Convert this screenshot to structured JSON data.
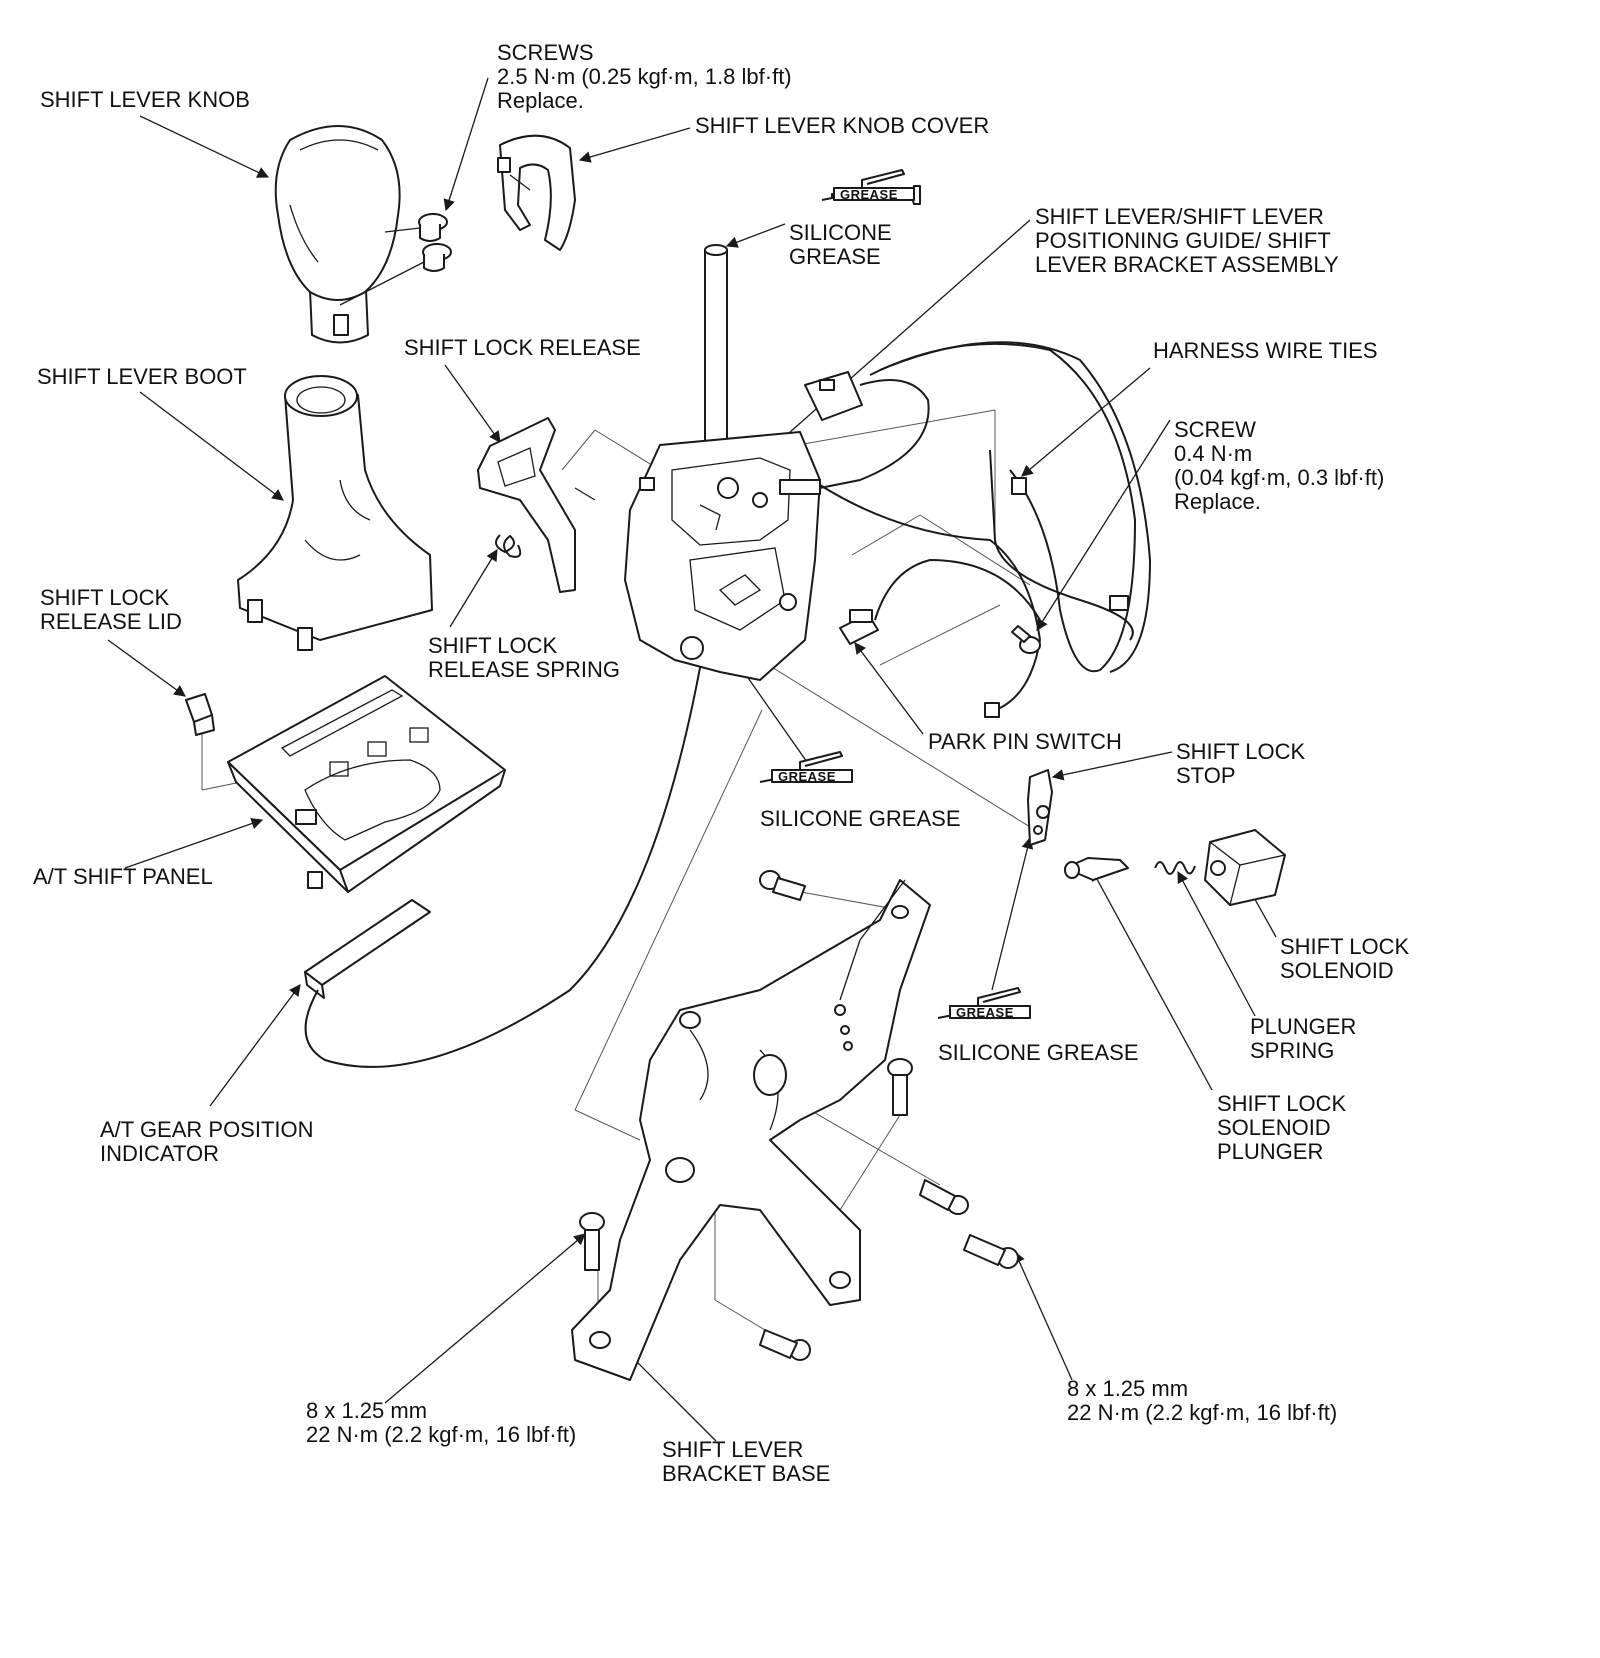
{
  "labels": {
    "shift_lever_knob": [
      "SHIFT LEVER KNOB"
    ],
    "screws_top": [
      "SCREWS",
      "2.5 N·m (0.25 kgf·m, 1.8 lbf·ft)",
      "Replace."
    ],
    "shift_lever_knob_cover": [
      "SHIFT LEVER KNOB COVER"
    ],
    "silicone_grease_top": [
      "SILICONE",
      "GREASE"
    ],
    "shift_lever_assembly": [
      "SHIFT LEVER/SHIFT LEVER",
      "POSITIONING GUIDE/ SHIFT",
      "LEVER BRACKET ASSEMBLY"
    ],
    "shift_lock_release": [
      "SHIFT LOCK RELEASE"
    ],
    "harness_wire_ties": [
      "HARNESS WIRE TIES"
    ],
    "shift_lever_boot": [
      "SHIFT LEVER BOOT"
    ],
    "screw_right": [
      "SCREW",
      "0.4 N·m",
      "(0.04 kgf·m, 0.3 lbf·ft)",
      "Replace."
    ],
    "shift_lock_release_lid": [
      "SHIFT LOCK",
      "RELEASE LID"
    ],
    "shift_lock_release_spring": [
      "SHIFT LOCK",
      "RELEASE SPRING"
    ],
    "park_pin_switch": [
      "PARK PIN SWITCH"
    ],
    "shift_lock_stop": [
      "SHIFT LOCK",
      "STOP"
    ],
    "silicone_grease_mid": [
      "SILICONE GREASE"
    ],
    "at_shift_panel": [
      "A/T SHIFT PANEL"
    ],
    "shift_lock_solenoid": [
      "SHIFT LOCK",
      "SOLENOID"
    ],
    "plunger_spring": [
      "PLUNGER",
      "SPRING"
    ],
    "silicone_grease_right": [
      "SILICONE GREASE"
    ],
    "shift_lock_solenoid_plunger": [
      "SHIFT LOCK",
      "SOLENOID",
      "PLUNGER"
    ],
    "at_gear_position_indicator": [
      "A/T GEAR POSITION",
      "INDICATOR"
    ],
    "bolt_left": [
      "8 x 1.25 mm",
      "22 N·m (2.2 kgf·m, 16 lbf·ft)"
    ],
    "bolt_right": [
      "8 x 1.25 mm",
      "22 N·m (2.2 kgf·m, 16 lbf·ft)"
    ],
    "shift_lever_bracket_base": [
      "SHIFT LEVER",
      "BRACKET BASE"
    ]
  },
  "grease_tag": "GREASE",
  "colors": {
    "ink": "#1a1a1a",
    "paper": "#ffffff"
  }
}
